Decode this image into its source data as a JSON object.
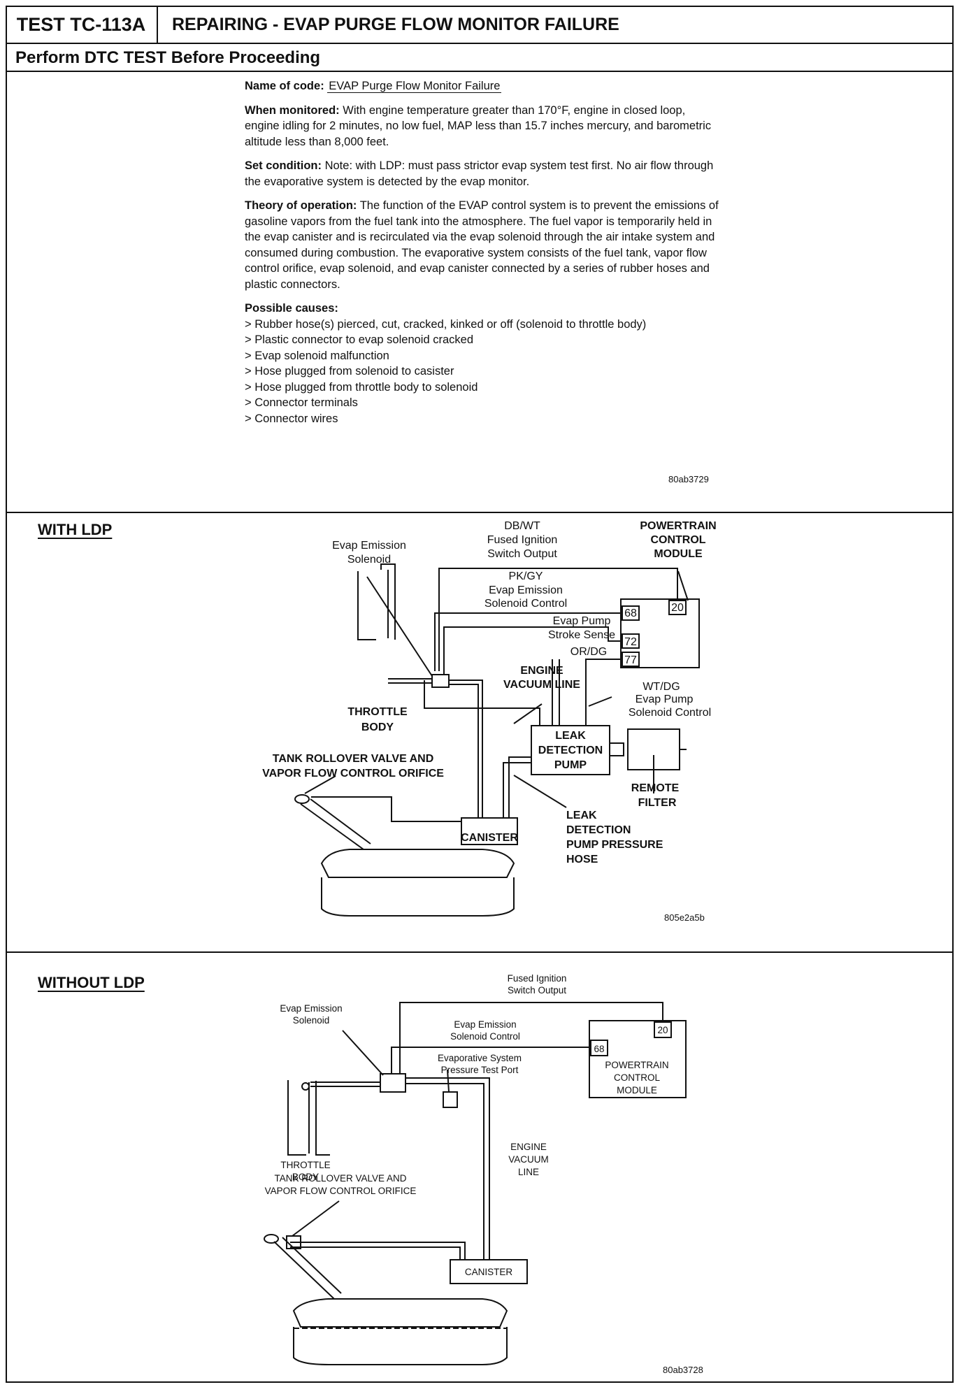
{
  "header": {
    "test_id": "TEST TC-113A",
    "title": "REPAIRING - EVAP PURGE FLOW MONITOR FAILURE",
    "subtitle": "Perform DTC TEST Before Proceeding"
  },
  "description": {
    "name_label": "Name of code:",
    "name_value": "EVAP Purge Flow Monitor Failure",
    "when_label": "When monitored:",
    "when_text": "With engine temperature greater than 170°F, engine in closed loop, engine idling for 2 minutes, no low fuel, MAP less than 15.7 inches mercury, and barometric altitude less than 8,000 feet.",
    "set_label": "Set condition:",
    "set_text": "Note: with LDP: must pass strictor evap system test first. No air flow through the evaporative system is detected by the evap monitor.",
    "theory_label": "Theory of operation:",
    "theory_text": "The function of the EVAP control system is to prevent the emissions of gasoline vapors from the fuel tank into the atmosphere. The fuel vapor is temporarily held in the evap canister and is recirculated via the evap solenoid through the air intake system and consumed during combustion. The evaporative system consists of the fuel tank, vapor flow control orifice, evap solenoid, and evap canister connected by a series of rubber hoses and plastic connectors.",
    "causes_label": "Possible causes:",
    "causes": [
      "Rubber hose(s) pierced, cut, cracked, kinked or off (solenoid to throttle body)",
      "Plastic connector to evap solenoid cracked",
      "Evap solenoid malfunction",
      "Hose plugged from solenoid to casister",
      "Hose plugged from throttle body to solenoid",
      "Connector terminals",
      "Connector wires"
    ],
    "ref": "80ab3729"
  },
  "with_ldp": {
    "title": "WITH LDP",
    "ref": "805e2a5b",
    "labels": {
      "dbwt": "DB/WT",
      "fused1": "Fused Ignition",
      "fused2": "Switch Output",
      "pcm1": "POWERTRAIN",
      "pcm2": "CONTROL",
      "pcm3": "MODULE",
      "evap_sol1": "Evap Emission",
      "evap_sol2": "Solenoid",
      "pkgy": "PK/GY",
      "evap_ctl1": "Evap Emission",
      "evap_ctl2": "Solenoid Control",
      "pump_s1": "Evap Pump",
      "pump_s2": "Stroke Sense",
      "ordg": "OR/DG",
      "pin68": "68",
      "pin20": "20",
      "pin72": "72",
      "pin77": "77",
      "eng_vac1": "ENGINE",
      "eng_vac2": "VACUUM LINE",
      "wtdg": "WT/DG",
      "pump_c1": "Evap Pump",
      "pump_c2": "Solenoid Control",
      "throttle1": "THROTTLE",
      "throttle2": "BODY",
      "ldp1": "LEAK",
      "ldp2": "DETECTION",
      "ldp3": "PUMP",
      "tank1": "TANK ROLLOVER VALVE AND",
      "tank2": "VAPOR FLOW CONTROL ORIFICE",
      "filter1": "REMOTE",
      "filter2": "FILTER",
      "canister": "CANISTER",
      "hose1": "LEAK",
      "hose2": "DETECTION",
      "hose3": "PUMP PRESSURE",
      "hose4": "HOSE"
    }
  },
  "without_ldp": {
    "title": "WITHOUT LDP",
    "ref": "80ab3728",
    "labels": {
      "fused1": "Fused Ignition",
      "fused2": "Switch Output",
      "evap_sol1": "Evap Emission",
      "evap_sol2": "Solenoid",
      "evap_ctl1": "Evap Emission",
      "evap_ctl2": "Solenoid Control",
      "port1": "Evaporative System",
      "port2": "Pressure Test Port",
      "pin68": "68",
      "pin20": "20",
      "pcm1": "POWERTRAIN",
      "pcm2": "CONTROL",
      "pcm3": "MODULE",
      "throttle1": "THROTTLE",
      "throttle2": "BODY",
      "eng1": "ENGINE",
      "eng2": "VACUUM",
      "eng3": "LINE",
      "tank1": "TANK ROLLOVER VALVE AND",
      "tank2": "VAPOR FLOW CONTROL ORIFICE",
      "canister": "CANISTER"
    }
  }
}
